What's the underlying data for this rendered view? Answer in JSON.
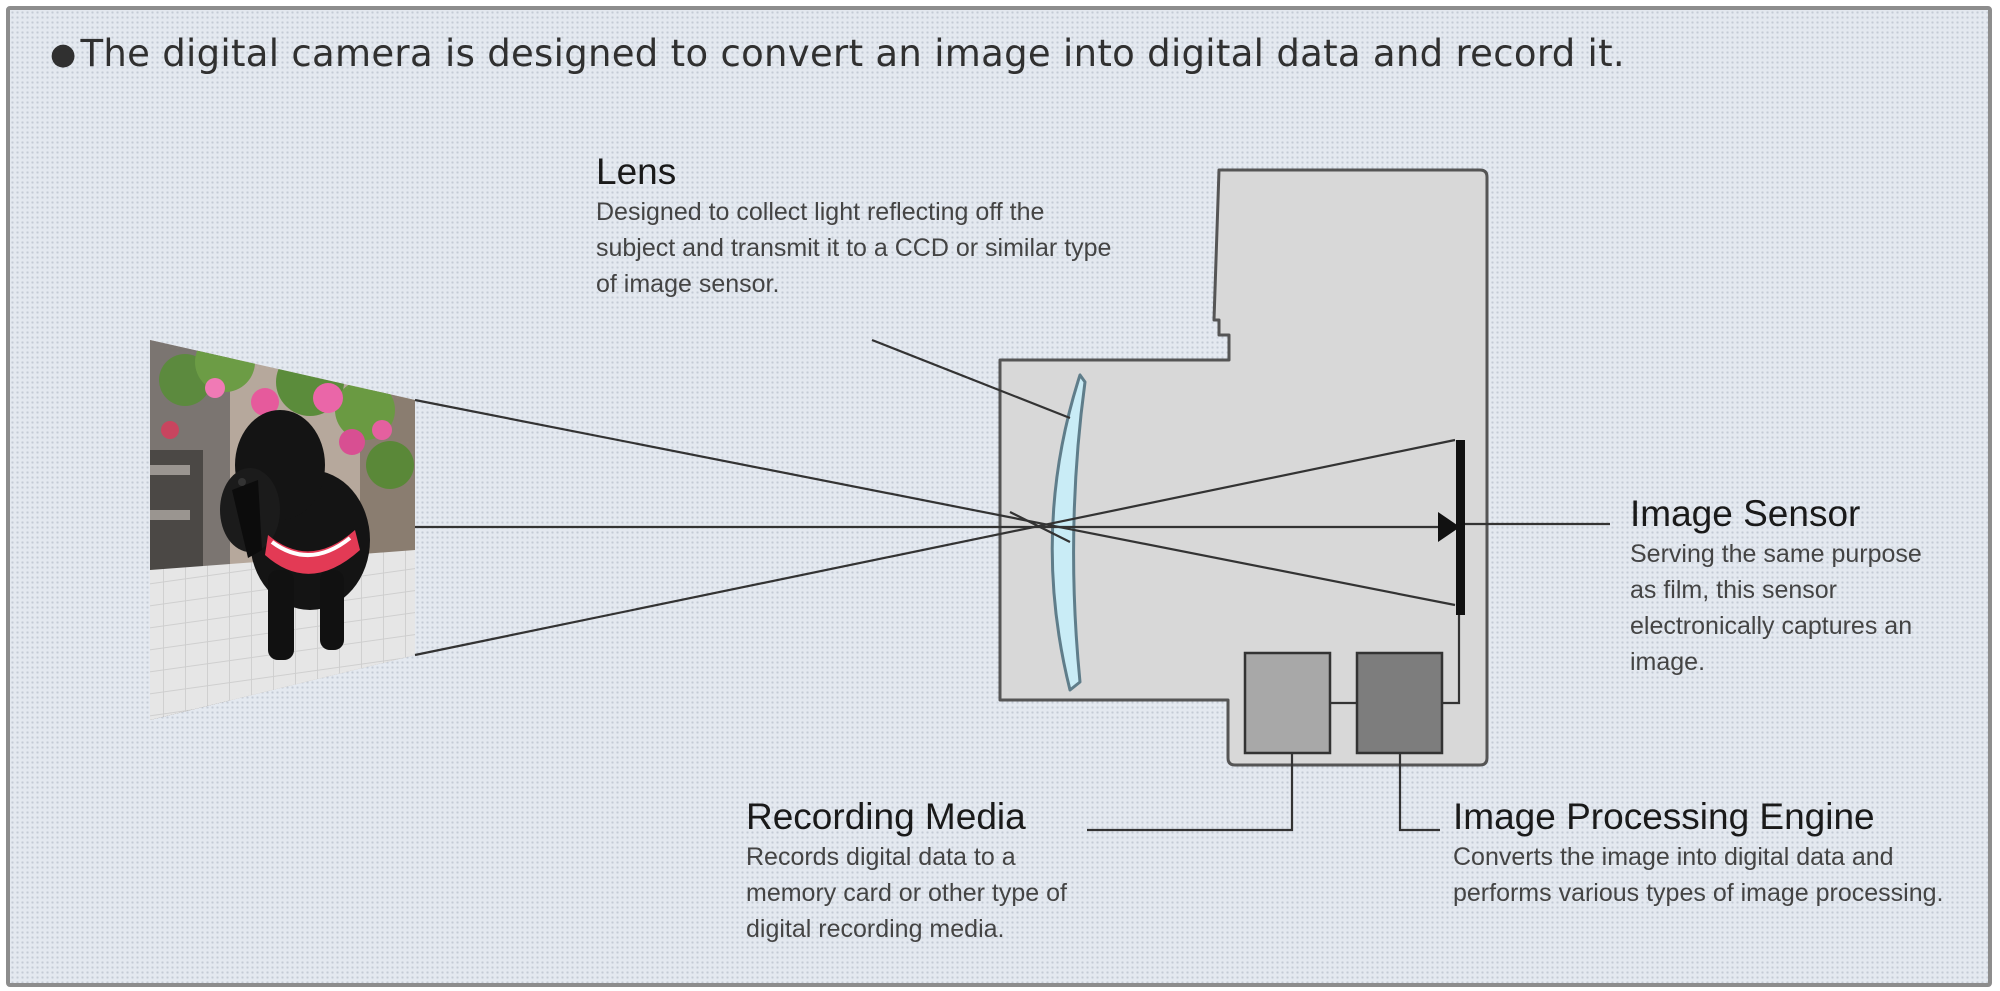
{
  "headline": {
    "bullet": "●",
    "text": "The digital camera is designed to convert an image into digital data and record it."
  },
  "components": {
    "lens": {
      "title": "Lens",
      "description": "Designed to collect light reflecting off the subject and transmit it to a CCD or similar type of image sensor."
    },
    "image_sensor": {
      "title": "Image Sensor",
      "description": "Serving the same purpose as film, this sensor electronically captures an image."
    },
    "recording_media": {
      "title": "Recording Media",
      "description": "Records digital data to a memory card or other type of digital recording media."
    },
    "image_processing_engine": {
      "title": "Image Processing Engine",
      "description": "Converts the image into digital data and performs various types of image processing."
    }
  },
  "colors": {
    "background": "#e4e9f0",
    "camera_body": "#d8d8d8",
    "lens_glass": "#c9ecf6",
    "recording_media_box": "#a8a8a8",
    "processing_engine_box": "#7d7d7d",
    "line": "#333333"
  },
  "icons": {
    "subject_photo": "dog-photo",
    "headline_bullet": "bullet-dot"
  }
}
